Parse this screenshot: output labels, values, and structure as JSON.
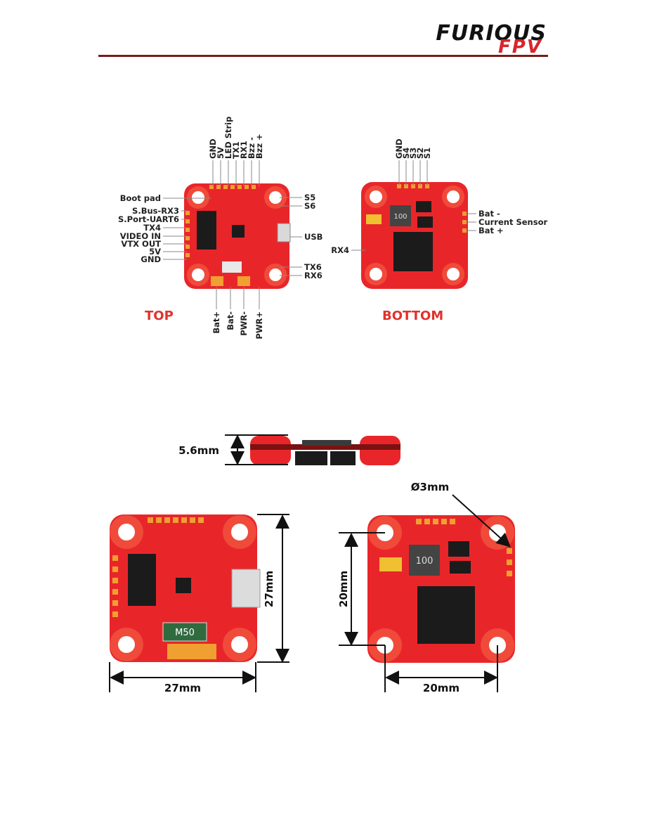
{
  "header": {
    "logo_line1": "FURIOUS",
    "logo_line2": "FPV",
    "rule_color": "#7a1a1a",
    "brand_red": "#d7262c"
  },
  "pinout": {
    "top": {
      "title": "TOP",
      "top_labels": [
        "GND",
        "5V",
        "LED Strip",
        "TX1",
        "RX1",
        "Bzz -",
        "Bzz +"
      ],
      "left_labels": [
        "Boot pad",
        "S.Bus-RX3",
        "S.Port-UART6",
        "TX4",
        "VIDEO IN",
        "VTX OUT",
        "5V",
        "GND"
      ],
      "right_labels": [
        "S5",
        "S6",
        "USB",
        "TX6",
        "RX6"
      ],
      "bottom_labels": [
        "Bat+",
        "Bat-",
        "PWR-",
        "PWR+"
      ]
    },
    "bottom": {
      "title": "BOTTOM",
      "top_labels": [
        "GND",
        "S4",
        "S3",
        "S2",
        "S1"
      ],
      "left_labels": [
        "RX4"
      ],
      "right_labels": [
        "Bat -",
        "Current Sensor",
        "Bat +"
      ],
      "inductor_label": "100"
    }
  },
  "dimensions": {
    "thickness": "5.6mm",
    "board_width": "27mm",
    "board_height": "27mm",
    "mount_width": "20mm",
    "mount_height": "20mm",
    "hole_diameter": "Ø3mm",
    "shunt_label": "M50",
    "inductor_label": "100"
  },
  "colors": {
    "pcb_red": "#e8262a",
    "pad_orange": "#f0a030",
    "chip_black": "#1b1b1b",
    "label_red": "#e0322c"
  }
}
